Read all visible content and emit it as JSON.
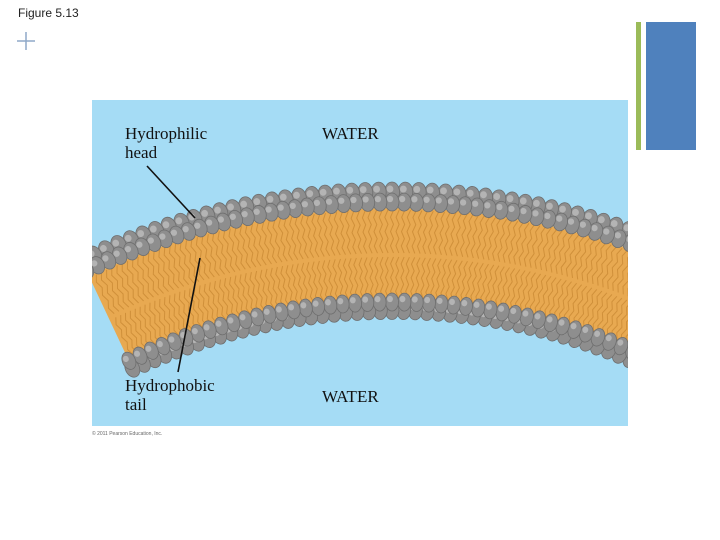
{
  "slide": {
    "title": "Figure 5.13"
  },
  "figure": {
    "label_head_line1": "Hydrophilic",
    "label_head_line2": "head",
    "label_tail_line1": "Hydrophobic",
    "label_tail_line2": "tail",
    "water_top": "WATER",
    "water_bottom": "WATER",
    "copyright": "© 2011 Pearson Education, Inc."
  },
  "colors": {
    "water": "#a5dcf5",
    "head": "#8e8e8e",
    "tail": "#e8a951",
    "accent_green": "#9bbb59",
    "accent_blue": "#4f81bd"
  }
}
